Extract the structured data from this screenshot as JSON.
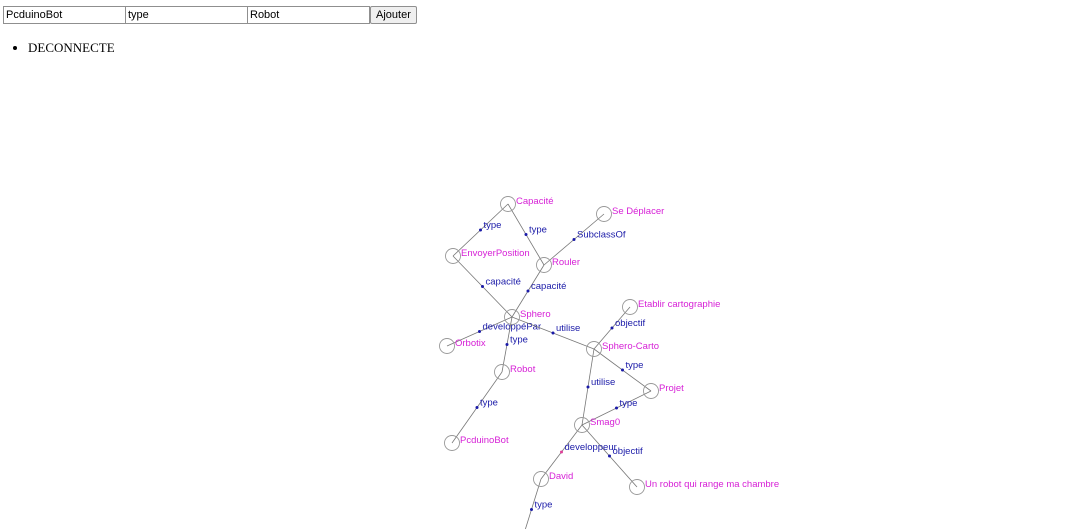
{
  "form": {
    "subject_value": "PcduinoBot",
    "predicate_value": "type",
    "object_value": "Robot",
    "add_label": "Ajouter"
  },
  "status": {
    "items": [
      "DECONNECTE"
    ]
  },
  "colors": {
    "node_label": "#d61fd6",
    "edge_label": "#1a1aa8",
    "node_stroke": "#999999",
    "edge_stroke": "#777777"
  },
  "graph": {
    "nodes": [
      {
        "id": "capacite",
        "label": "Capacité"
      },
      {
        "id": "se_deplacer",
        "label": "Se Déplacer"
      },
      {
        "id": "envoyer_position",
        "label": "EnvoyerPosition"
      },
      {
        "id": "rouler",
        "label": "Rouler"
      },
      {
        "id": "sphero",
        "label": "Sphero"
      },
      {
        "id": "orbotix",
        "label": "Orbotix"
      },
      {
        "id": "robot",
        "label": "Robot"
      },
      {
        "id": "pcduinobot",
        "label": "PcduinoBot"
      },
      {
        "id": "etablir_cartographie",
        "label": "Etablir cartographie"
      },
      {
        "id": "sphero_carto",
        "label": "Sphero-Carto"
      },
      {
        "id": "projet",
        "label": "Projet"
      },
      {
        "id": "smag0",
        "label": "Smag0"
      },
      {
        "id": "david",
        "label": "David"
      },
      {
        "id": "robot_chambre",
        "label": "Un robot qui range ma chambre"
      }
    ],
    "edges": [
      {
        "source": "envoyer_position",
        "target": "capacite",
        "label": "type"
      },
      {
        "source": "rouler",
        "target": "capacite",
        "label": "type"
      },
      {
        "source": "rouler",
        "target": "se_deplacer",
        "label": "SubclassOf"
      },
      {
        "source": "sphero",
        "target": "envoyer_position",
        "label": "capacité"
      },
      {
        "source": "sphero",
        "target": "rouler",
        "label": "capacité"
      },
      {
        "source": "sphero",
        "target": "orbotix",
        "label": "developpéPar"
      },
      {
        "source": "sphero",
        "target": "robot",
        "label": "type"
      },
      {
        "source": "pcduinobot",
        "target": "robot",
        "label": "type"
      },
      {
        "source": "sphero_carto",
        "target": "sphero",
        "label": "utilise"
      },
      {
        "source": "sphero_carto",
        "target": "etablir_cartographie",
        "label": "objectif"
      },
      {
        "source": "sphero_carto",
        "target": "projet",
        "label": "type"
      },
      {
        "source": "smag0",
        "target": "sphero_carto",
        "label": "utilise"
      },
      {
        "source": "smag0",
        "target": "projet",
        "label": "type"
      },
      {
        "source": "smag0",
        "target": "robot_chambre",
        "label": "objectif"
      },
      {
        "source": "smag0",
        "target": "david",
        "label": "developpeur"
      },
      {
        "source": "david",
        "target": "offscreen",
        "label": "type"
      }
    ]
  }
}
